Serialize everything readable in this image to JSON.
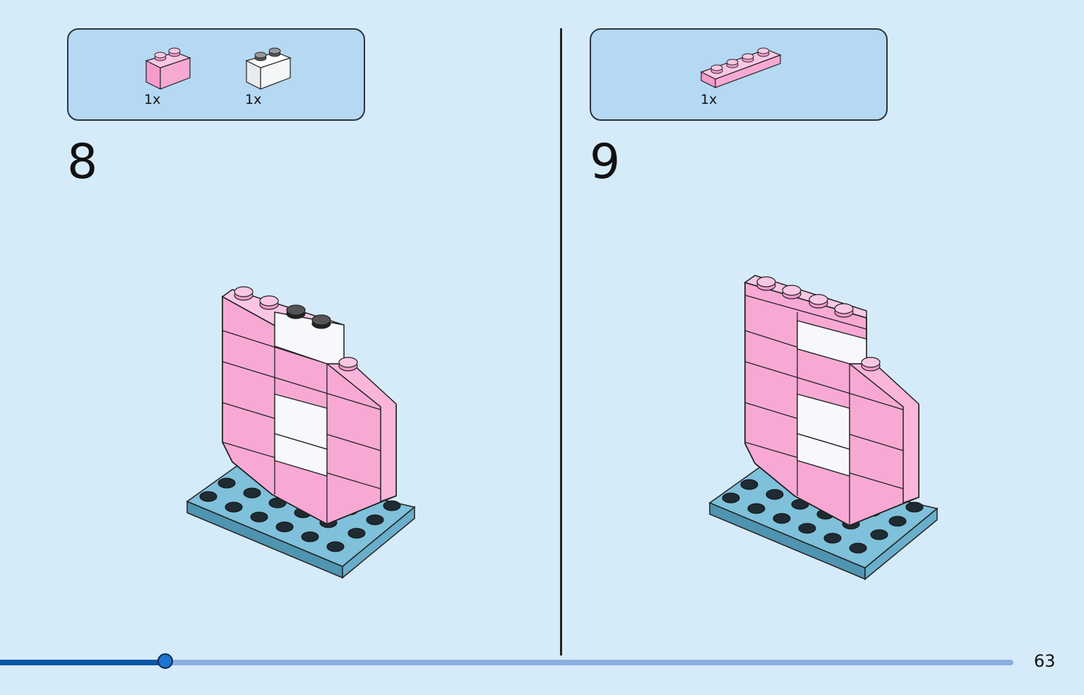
{
  "steps": [
    {
      "number": "8",
      "parts": [
        {
          "qty": "1x",
          "name": "pink-brick-1x2-icon",
          "color": "#f7a9d4"
        },
        {
          "qty": "1x",
          "name": "clear-brick-1x2-icon",
          "color": "#f4f6f8"
        }
      ]
    },
    {
      "number": "9",
      "parts": [
        {
          "qty": "1x",
          "name": "pink-plate-1x4-icon",
          "color": "#f7a9d4"
        }
      ]
    }
  ],
  "colors": {
    "background": "#d6ebf9",
    "parts_box": "#b5d8f3",
    "pink_brick": "#f7a9d4",
    "baseplate": "#5fa3bf",
    "progress_fill": "#0a57a8",
    "progress_track": "#8eaede"
  },
  "footer": {
    "page_number": "63",
    "progress": 0.163
  }
}
